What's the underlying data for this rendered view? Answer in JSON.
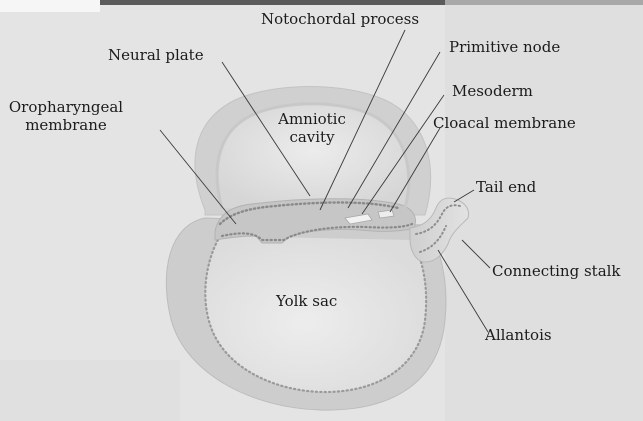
{
  "diagram": {
    "labels": {
      "notochordal_process": "Notochordal process",
      "primitive_node": "Primitive node",
      "neural_plate": "Neural plate",
      "mesoderm": "Mesoderm",
      "oropharyngeal_line1": "Oropharyngeal",
      "oropharyngeal_line2": "membrane",
      "amniotic_line1": "Amniotic",
      "amniotic_line2": "cavity",
      "cloacal_membrane": "Cloacal membrane",
      "tail_end": "Tail end",
      "connecting_stalk": "Connecting stalk",
      "yolk_sac": "Yolk sac",
      "allantois": "Allantois"
    },
    "colors": {
      "background": "#e4e4e4",
      "tissue_fill": "#d2d2d2",
      "tissue_edge": "#bdbdbd",
      "cavity_fill": "#e8e8e8",
      "ectoderm_dots": "#8f8f8f",
      "leader_line": "#3a3a3a",
      "text": "#1b1b1b"
    }
  }
}
